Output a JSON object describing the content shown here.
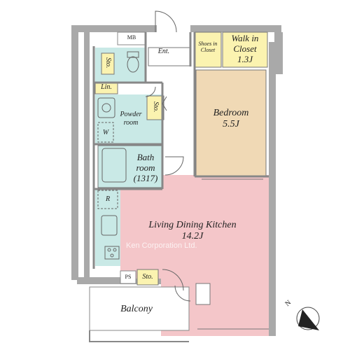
{
  "rooms": {
    "mb": "MB",
    "entrance": "Ent.",
    "shoes_closet_line1": "Shoes in",
    "shoes_closet_line2": "Closet",
    "walk_in_closet_line1": "Walk in",
    "walk_in_closet_line2": "Closet",
    "walk_in_closet_size": "1.3J",
    "storage_toilet": "Sto.",
    "linen": "Lin.",
    "storage_hall": "Sto.",
    "powder_room_line1": "Powder",
    "powder_room_line2": "room",
    "washer": "W",
    "bathroom_line1": "Bath",
    "bathroom_line2": "room",
    "bathroom_size": "(1317)",
    "refrigerator": "R",
    "bedroom": "Bedroom",
    "bedroom_size": "5.5J",
    "ldk": "Living Dining Kitchen",
    "ldk_size": "14.2J",
    "ps": "PS",
    "storage_balcony": "Sto.",
    "balcony": "Balcony"
  },
  "watermark": "Ken Corporation Ltd.",
  "compass_label": "N",
  "colors": {
    "wall": "#a9a9a9",
    "ldk_floor": "#f4c6c9",
    "bedroom_floor": "#f0d9b5",
    "wet_area": "#c9e9e6",
    "storage": "#fbf3b0"
  }
}
